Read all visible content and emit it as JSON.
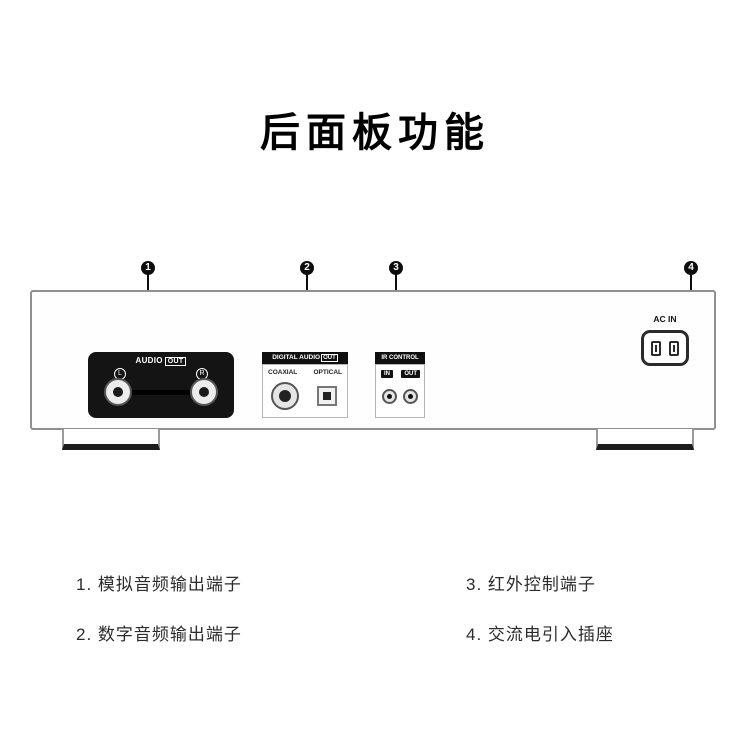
{
  "page": {
    "title": "后面板功能"
  },
  "callouts": [
    {
      "number": "1"
    },
    {
      "number": "2"
    },
    {
      "number": "3"
    },
    {
      "number": "4"
    }
  ],
  "rear_panel": {
    "audio_out": {
      "label_prefix": "AUDIO",
      "label_boxed": "OUT",
      "left_channel": "L",
      "right_channel": "R"
    },
    "digital_audio_out": {
      "label_prefix": "DIGITAL AUDIO",
      "label_boxed": "OUT",
      "coaxial_label": "COAXIAL",
      "optical_label": "OPTICAL"
    },
    "ir_control": {
      "label": "IR CONTROL",
      "in_label": "IN",
      "out_label": "OUT"
    },
    "ac_in": {
      "label": "AC IN"
    }
  },
  "legend": {
    "items_left": [
      {
        "text": "1. 模拟音频输出端子"
      },
      {
        "text": "2. 数字音频输出端子"
      }
    ],
    "items_right": [
      {
        "text": "3. 红外控制端子"
      },
      {
        "text": "4. 交流电引入插座"
      }
    ]
  }
}
